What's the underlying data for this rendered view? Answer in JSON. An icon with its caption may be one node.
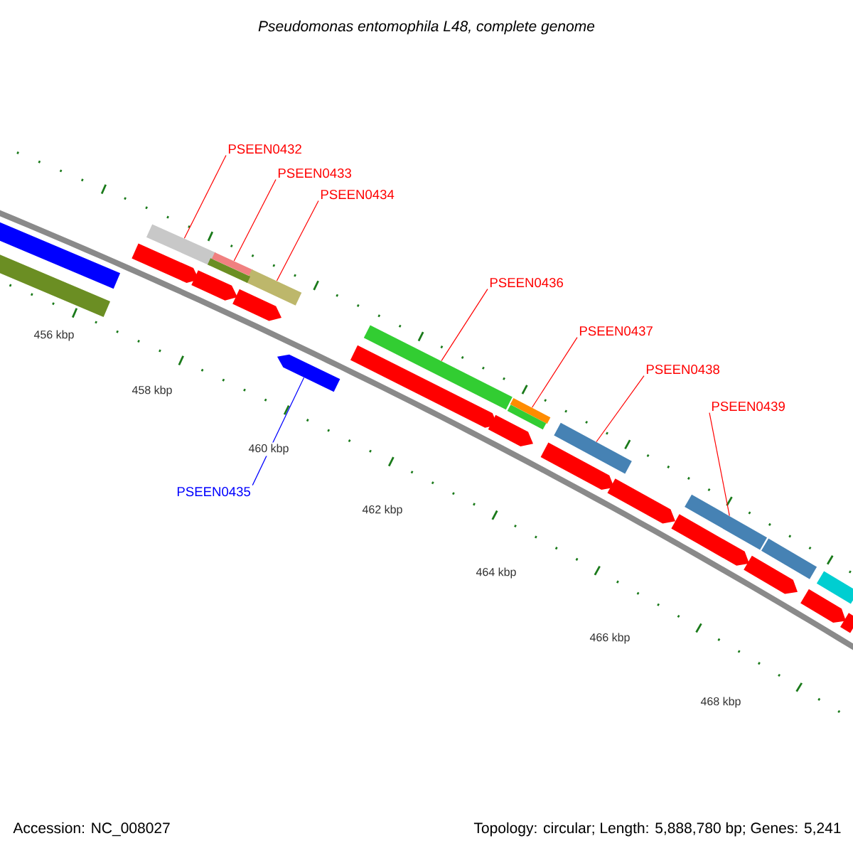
{
  "diagram": {
    "title": "Pseudomonas entomophila L48, complete genome",
    "nodes": [
      {
        "text": [
          "PSEEN0432"
        ]
      },
      {
        "text": [
          "PSEEN0433"
        ]
      },
      {
        "text": [
          "PSEEN0434"
        ]
      },
      {
        "text": [
          "PSEEN0436"
        ]
      },
      {
        "text": [
          "PSEEN0437"
        ]
      },
      {
        "text": [
          "PSEEN0438"
        ]
      },
      {
        "text": [
          "PSEEN0439"
        ]
      },
      {
        "text": [
          "PSEEN0435"
        ]
      },
      {
        "text": [],
        "shape": "bar"
      },
      {
        "text": [],
        "shape": "bar"
      },
      {
        "text": [],
        "shape": "bar"
      },
      {
        "text": [],
        "shape": "bar"
      },
      {
        "text": [],
        "shape": "bar"
      },
      {
        "text": [],
        "shape": "bar"
      },
      {
        "text": [],
        "shape": "bar"
      },
      {
        "text": [],
        "shape": "bar"
      },
      {
        "text": [],
        "shape": "bar"
      },
      {
        "text": [],
        "shape": "bar"
      },
      {
        "text": [],
        "shape": "bar"
      },
      {
        "text": [],
        "shape": "bar"
      },
      {
        "text": [],
        "shape": "bar"
      },
      {
        "text": [],
        "shape": "bar"
      },
      {
        "text": [],
        "shape": "bar"
      },
      {
        "text": [],
        "shape": "bar"
      },
      {
        "text": [],
        "shape": "bar"
      },
      {
        "text": [],
        "shape": "bar"
      },
      {
        "text": [],
        "shape": "bar"
      },
      {
        "text": [],
        "shape": "bar"
      },
      {
        "text": [],
        "shape": "bar"
      },
      {
        "text": [],
        "shape": "bar"
      },
      {
        "text": [],
        "shape": "bar"
      },
      {
        "text": [],
        "shape": "bar"
      },
      {
        "text": [],
        "shape": "bar"
      }
    ],
    "edges": [
      {
        "from": 0,
        "to": 8,
        "arrow": "none"
      },
      {
        "from": 1,
        "to": 9,
        "arrow": "none"
      },
      {
        "from": 2,
        "to": 10,
        "arrow": "none"
      },
      {
        "from": 3,
        "to": 11,
        "arrow": "none"
      },
      {
        "from": 4,
        "to": 12,
        "arrow": "none"
      },
      {
        "from": 5,
        "to": 13,
        "arrow": "none"
      },
      {
        "from": 6,
        "to": 14,
        "arrow": "none"
      },
      {
        "from": 7,
        "to": 15,
        "arrow": "none",
        "color": "#0000ff"
      }
    ],
    "labels": [
      "456 kbp",
      "458 kbp",
      "460 kbp",
      "462 kbp",
      "464 kbp",
      "466 kbp",
      "468 kbp",
      "Accession: NC_008027",
      "Topology: circular; Length: 5,888,780 bp; Genes: 5,241"
    ]
  }
}
